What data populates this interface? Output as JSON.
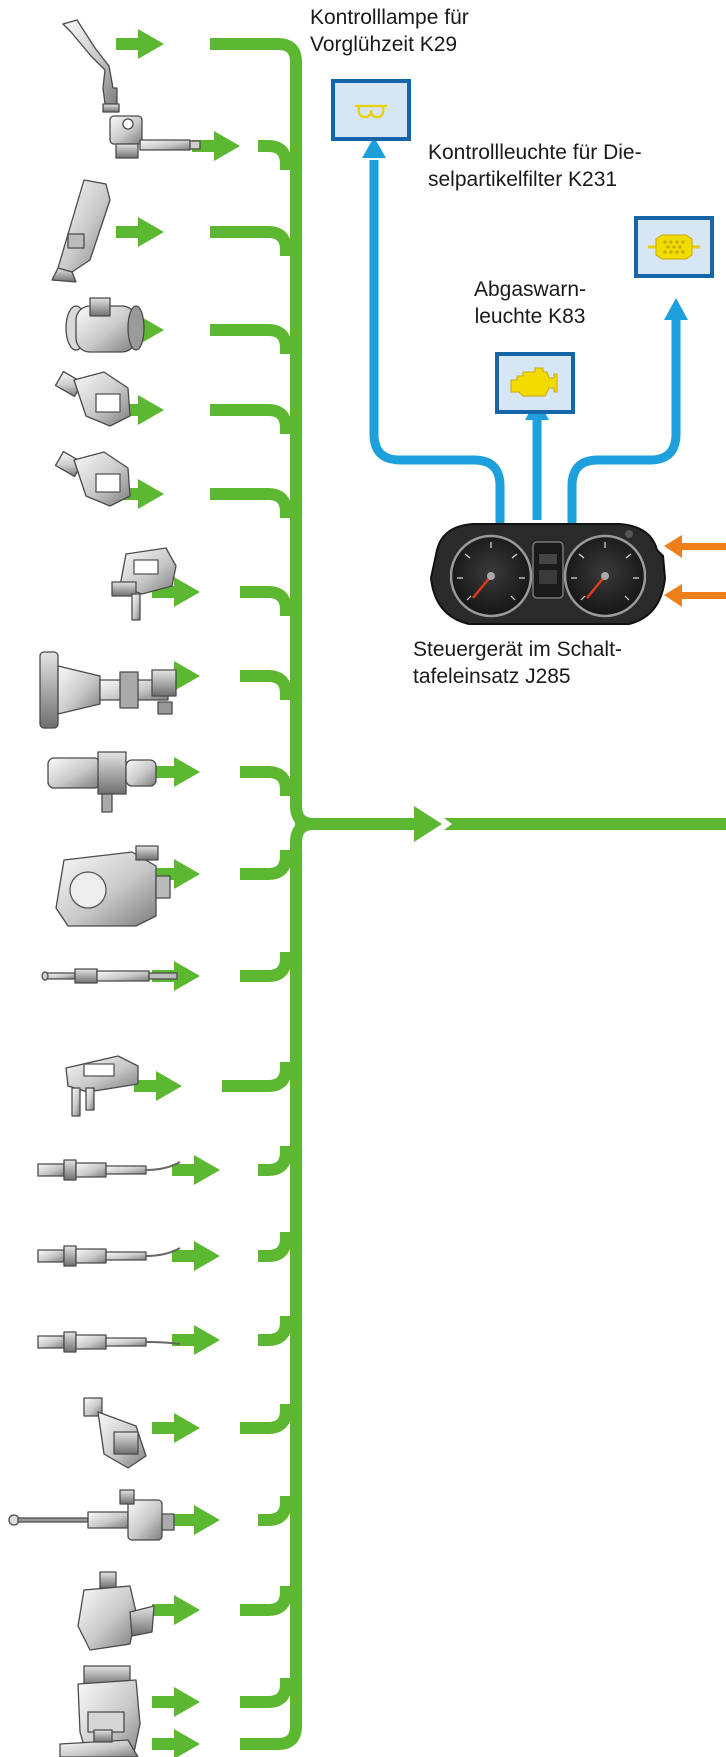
{
  "lamps": {
    "k29": {
      "label_line1": "Kontrolllampe für",
      "label_line2": "Vorglühzeit K29",
      "icon": "glow-plug-icon"
    },
    "k231": {
      "label_line1": "Kontrollleuchte für Die-",
      "label_line2": "selpartikelfilter K231",
      "icon": "particulate-filter-icon"
    },
    "k83": {
      "label_line1": "Abgaswarn-",
      "label_line2": "leuchte K83",
      "icon": "engine-check-icon"
    }
  },
  "control_unit": {
    "label_line1": "Steuergerät im Schalt-",
    "label_line2": "tafeleinsatz J285",
    "icon": "instrument-cluster-icon"
  },
  "sensors": [
    {
      "icon": "accelerator-lever-sensor-icon"
    },
    {
      "icon": "engine-speed-sensor-icon"
    },
    {
      "icon": "accelerator-pedal-icon"
    },
    {
      "icon": "air-mass-meter-icon"
    },
    {
      "icon": "coolant-temperature-sensor-icon"
    },
    {
      "icon": "fuel-temperature-sensor-icon"
    },
    {
      "icon": "charge-pressure-sensor-icon"
    },
    {
      "icon": "hall-sender-icon"
    },
    {
      "icon": "pressure-switch-icon"
    },
    {
      "icon": "throttle-valve-module-icon"
    },
    {
      "icon": "glow-plug-sensor-icon"
    },
    {
      "icon": "differential-pressure-sensor-icon"
    },
    {
      "icon": "exhaust-temperature-sensor-1-icon"
    },
    {
      "icon": "exhaust-temperature-sensor-2-icon"
    },
    {
      "icon": "exhaust-temperature-sensor-3-icon"
    },
    {
      "icon": "brake-light-switch-icon"
    },
    {
      "icon": "clutch-position-sender-icon"
    },
    {
      "icon": "egr-valve-icon"
    },
    {
      "icon": "intake-flap-motor-icon"
    },
    {
      "icon": "throttle-actuator-icon"
    }
  ],
  "colors": {
    "signal_green": "#5cb830",
    "output_blue": "#1ea0dd",
    "can_orange": "#ef7f1a",
    "lamp_frame": "#1565a8",
    "lamp_fill": "#d6e6f4",
    "lamp_symbol": "#f2dc00"
  }
}
